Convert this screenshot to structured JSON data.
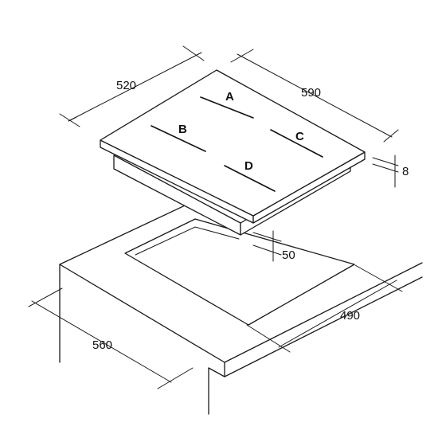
{
  "dimensions": {
    "hob_width": "590",
    "hob_depth": "520",
    "hob_thickness": "8",
    "cutout_depth_below": "50",
    "cutout_width": "560",
    "cutout_depth": "490"
  },
  "zones": {
    "a": "A",
    "b": "B",
    "c": "C",
    "d": "D"
  }
}
